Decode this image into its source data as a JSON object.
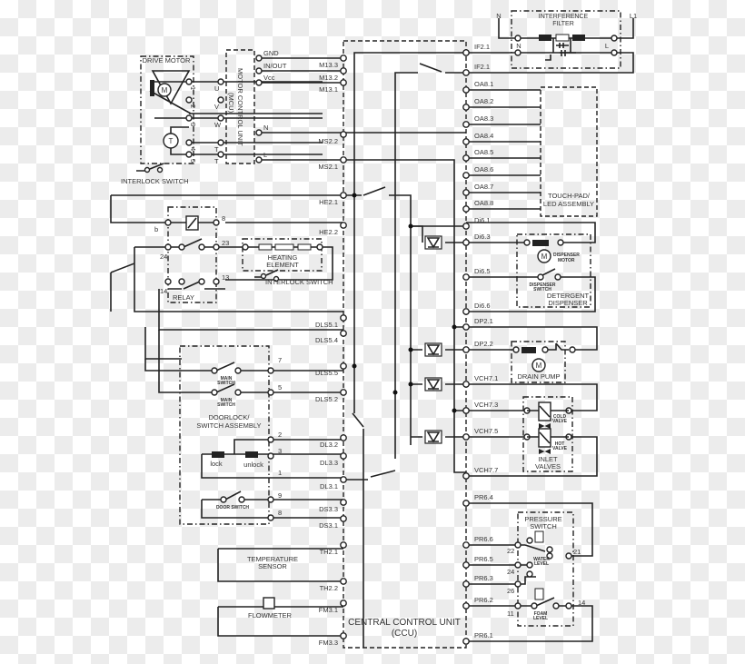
{
  "ccu": {
    "title_line1": "CENTRAL CONTROL UNIT",
    "title_line2": "(CCU)",
    "left_pins": [
      "M13.3",
      "M13.2",
      "M13.1",
      "MS2.2",
      "MS2.1",
      "HE2.1",
      "HE2.2",
      "DLS5.1",
      "DLS5.4",
      "DLS5.5",
      "DLS5.2",
      "DL3.2",
      "DL3.3",
      "DL3.1",
      "DS3.3",
      "DS3.1",
      "TH2.1",
      "TH2.2",
      "FM3.1",
      "FM3.3"
    ],
    "right_pins": [
      "IF2.1",
      "IF2.1",
      "OA8.1",
      "OA8.2",
      "OA8.3",
      "OA8.4",
      "OA8.5",
      "OA8.6",
      "OA8.7",
      "OA8.8",
      "Di6.1",
      "Di6.3",
      "Di6.5",
      "Di6.6",
      "DP2.1",
      "DP2.2",
      "VCH7.1",
      "VCH7.3",
      "VCH7.5",
      "VCH7.7",
      "PR6.4",
      "PR6.6",
      "PR6.5",
      "PR6.3",
      "PR6.2",
      "PR6.1"
    ]
  },
  "drive_motor": {
    "title": "DRIVE MOTOR",
    "motor": "M",
    "thermo": "T",
    "pins": [
      "1",
      "2",
      "3",
      "4",
      "5"
    ],
    "interlock": "INTERLOCK SWITCH"
  },
  "mcu": {
    "title": "MOTOR CONTROL UNIT",
    "subtitle": "(MCU)",
    "left_pins": [
      "U",
      "V",
      "W",
      "T",
      "T"
    ],
    "right_pins": [
      "GND",
      "IN/OUT",
      "Vcc",
      "N",
      "L"
    ]
  },
  "filter": {
    "title_line1": "INTERFERENCE",
    "title_line2": "FILTER",
    "n": "N",
    "l1": "L1",
    "pin_n": "N",
    "pin_l": "L"
  },
  "touchpad": {
    "line1": "TOUCH-PAD/",
    "line2": "LED ASSEMBLY"
  },
  "detergent": {
    "motor": "M",
    "motor_l1": "DISPENSER",
    "motor_l2": "MOTOR",
    "switch_l1": "DISPENSER",
    "switch_l2": "SWITCH",
    "title_l1": "DETERGENT",
    "title_l2": "DISPENSER"
  },
  "drain_pump": {
    "motor": "M",
    "title": "DRAIN PUMP"
  },
  "inlet_valves": {
    "cold_l1": "COLD",
    "cold_l2": "VALVE",
    "hot_l1": "HOT",
    "hot_l2": "VALVE",
    "title_l1": "INLET",
    "title_l2": "VALVES"
  },
  "pressure_switch": {
    "title_l1": "PRESSURE",
    "title_l2": "SWITCH",
    "water_l1": "WATER",
    "water_l2": "LEVEL",
    "foam_l1": "FOAM",
    "foam_l2": "LEVEL",
    "pins": [
      "22",
      "24",
      "26",
      "11",
      "21",
      "14"
    ]
  },
  "relay": {
    "title": "RELAY",
    "pins": [
      "b",
      "8",
      "23",
      "24",
      "13",
      "14"
    ]
  },
  "heating": {
    "line1": "HEATING",
    "line2": "ELEMENT",
    "interlock": "INTERLOCK SWITCH"
  },
  "doorlock": {
    "main_switch_l1": "MAIN",
    "main_switch_l2": "SWITCH",
    "title_l1": "DOORLOCK/",
    "title_l2": "SWITCH ASSEMBLY",
    "pins": [
      "7",
      "5",
      "2",
      "3",
      "1",
      "9",
      "8"
    ],
    "lock": "lock",
    "unlock": "unlock",
    "door_switch": "DOOR SWITCH"
  },
  "temp_sensor": {
    "line1": "TEMPERATURE",
    "line2": "SENSOR"
  },
  "flowmeter": {
    "label": "FLOWMETER"
  }
}
